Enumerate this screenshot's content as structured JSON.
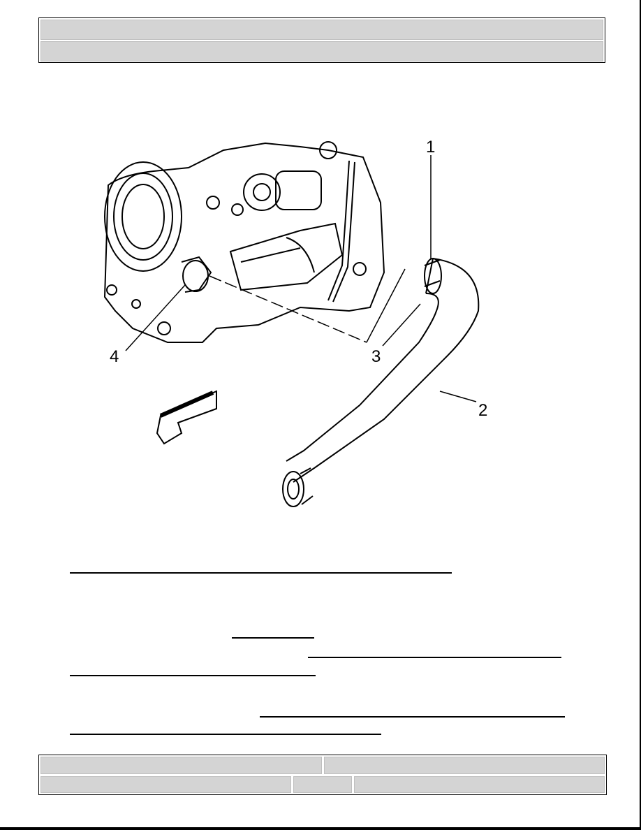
{
  "figure": {
    "callouts": [
      "1",
      "2",
      "3",
      "4"
    ]
  }
}
